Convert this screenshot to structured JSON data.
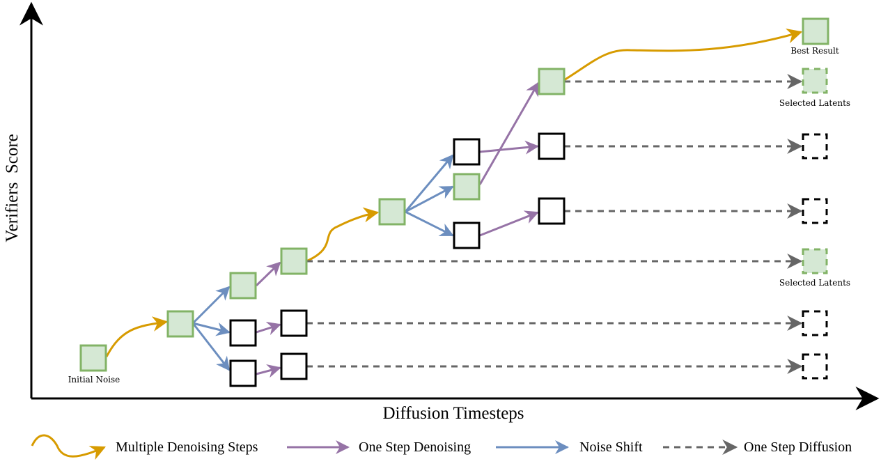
{
  "axes": {
    "x_label": "Diffusion Timesteps",
    "y_label": "Verifiers  Score"
  },
  "colors": {
    "selected_fill": "#d5e8d4",
    "selected_stroke": "#82b366",
    "candidate_stroke": "#000000",
    "multi_step": "#d79b00",
    "one_step_denoise": "#9673a6",
    "noise_shift": "#6c8ebf",
    "one_step_diffusion": "#666666"
  },
  "node_labels": {
    "initial_noise": "Initial Noise",
    "best_result": "Best Result",
    "selected_latents_upper": "Selected Latents",
    "selected_latents_lower": "Selected Latents"
  },
  "legend": [
    {
      "key": "multi_step",
      "label": "Multiple Denoising Steps",
      "style": "curve",
      "color": "#d79b00"
    },
    {
      "key": "one_step_denoise",
      "label": "One Step Denoising",
      "style": "solid",
      "color": "#9673a6"
    },
    {
      "key": "noise_shift",
      "label": "Noise Shift",
      "style": "solid",
      "color": "#6c8ebf"
    },
    {
      "key": "one_step_diffusion",
      "label": "One Step Diffusion",
      "style": "dashed",
      "color": "#666666"
    }
  ]
}
